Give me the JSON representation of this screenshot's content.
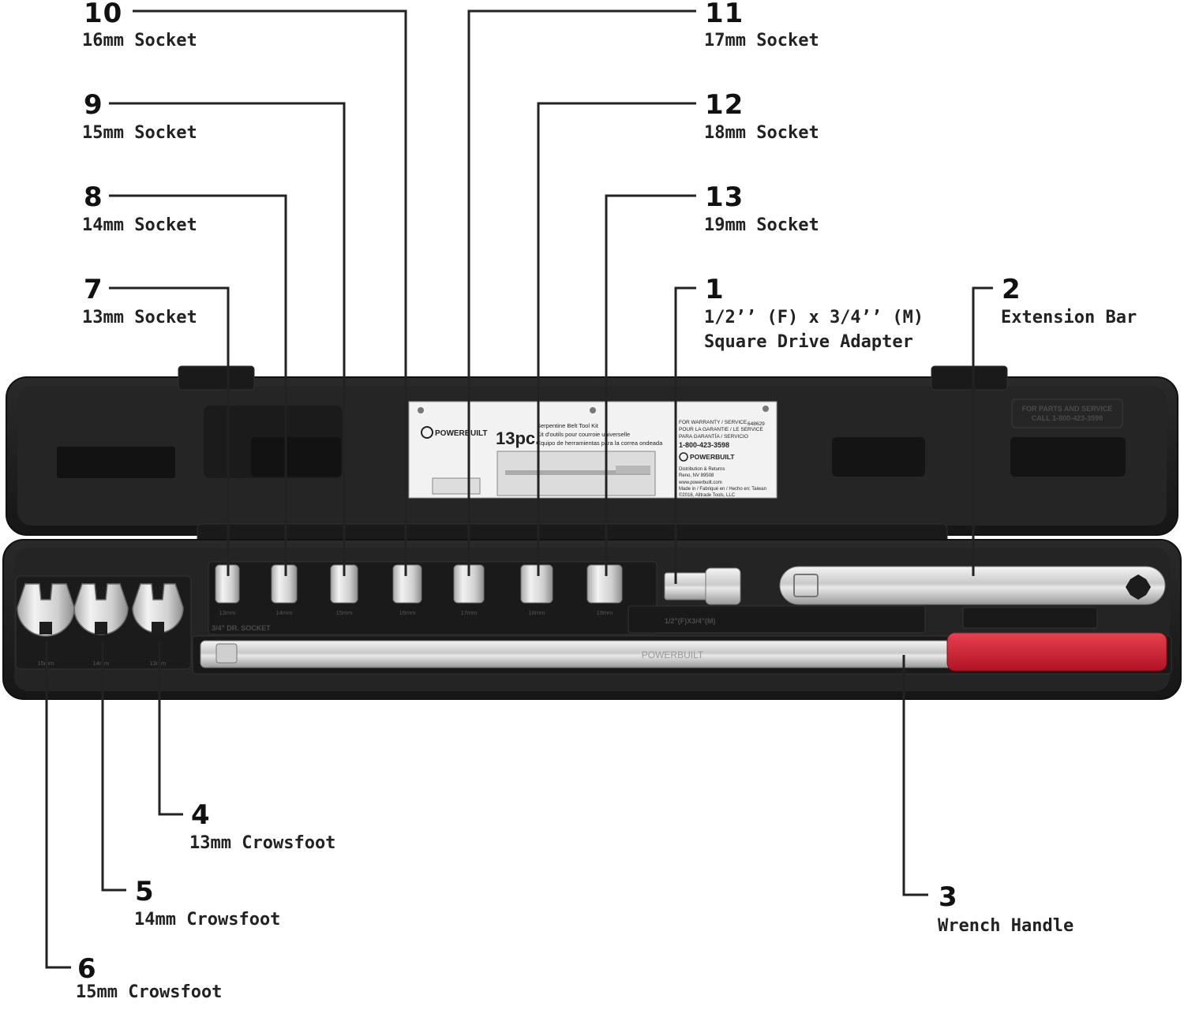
{
  "callouts": [
    {
      "id": "c10",
      "number": "10",
      "name": "16mm Socket"
    },
    {
      "id": "c9",
      "number": "9",
      "name": "15mm Socket"
    },
    {
      "id": "c8",
      "number": "8",
      "name": "14mm Socket"
    },
    {
      "id": "c7",
      "number": "7",
      "name": "13mm Socket"
    },
    {
      "id": "c11",
      "number": "11",
      "name": "17mm Socket"
    },
    {
      "id": "c12",
      "number": "12",
      "name": "18mm Socket"
    },
    {
      "id": "c13",
      "number": "13",
      "name": "19mm Socket"
    },
    {
      "id": "c1",
      "number": "1",
      "name": "1/2’’ (F) x 3/4’’ (M)",
      "name2": "Square Drive Adapter"
    },
    {
      "id": "c2",
      "number": "2",
      "name": "Extension Bar"
    },
    {
      "id": "c4",
      "number": "4",
      "name": "13mm Crowsfoot"
    },
    {
      "id": "c5",
      "number": "5",
      "name": "14mm Crowsfoot"
    },
    {
      "id": "c6",
      "number": "6",
      "name": "15mm Crowsfoot"
    },
    {
      "id": "c3",
      "number": "3",
      "name": "Wrench Handle"
    }
  ],
  "case": {
    "lid_sticker": {
      "brand": "POWERBUILT",
      "count": "13pc.",
      "title_lines": [
        "Serpentine Belt Tool Kit",
        "Kit d'outils pour courroie universelle",
        "Equipo de herramientas para la correa ondeada"
      ],
      "info_lines": [
        "FOR WARRANTY / SERVICE",
        "POUR LA GARANTIE / LE SERVICE",
        "PARA GARANTÍA / SERVICIO",
        "1-800-423-3598",
        "Distribution & Returns",
        "Reno, NV 89508",
        "www.powerbuilt.com",
        "Made in / Fabriqué en / Hecho en: Taiwan",
        "©2016, Alltrade Tools, LLC"
      ],
      "part_no": "648629"
    },
    "embossed_service": [
      "FOR PARTS AND SERVICE",
      "CALL 1-800-423-3598"
    ],
    "socket_sizes": [
      "13mm",
      "14mm",
      "15mm",
      "16mm",
      "17mm",
      "18mm",
      "19mm"
    ],
    "tray_label": "3/4\" DR. SOCKET",
    "adapter_label": "1/2\"(F)X3/4\"(M)",
    "handle_brand": "POWERBUILT",
    "crowsfoot_sizes": [
      "15mm",
      "14mm",
      "13mm"
    ]
  },
  "colors": {
    "case": "#1f1f1f",
    "chrome": "#d8d8d8",
    "grip": "#d42032",
    "leader": "#222222"
  }
}
